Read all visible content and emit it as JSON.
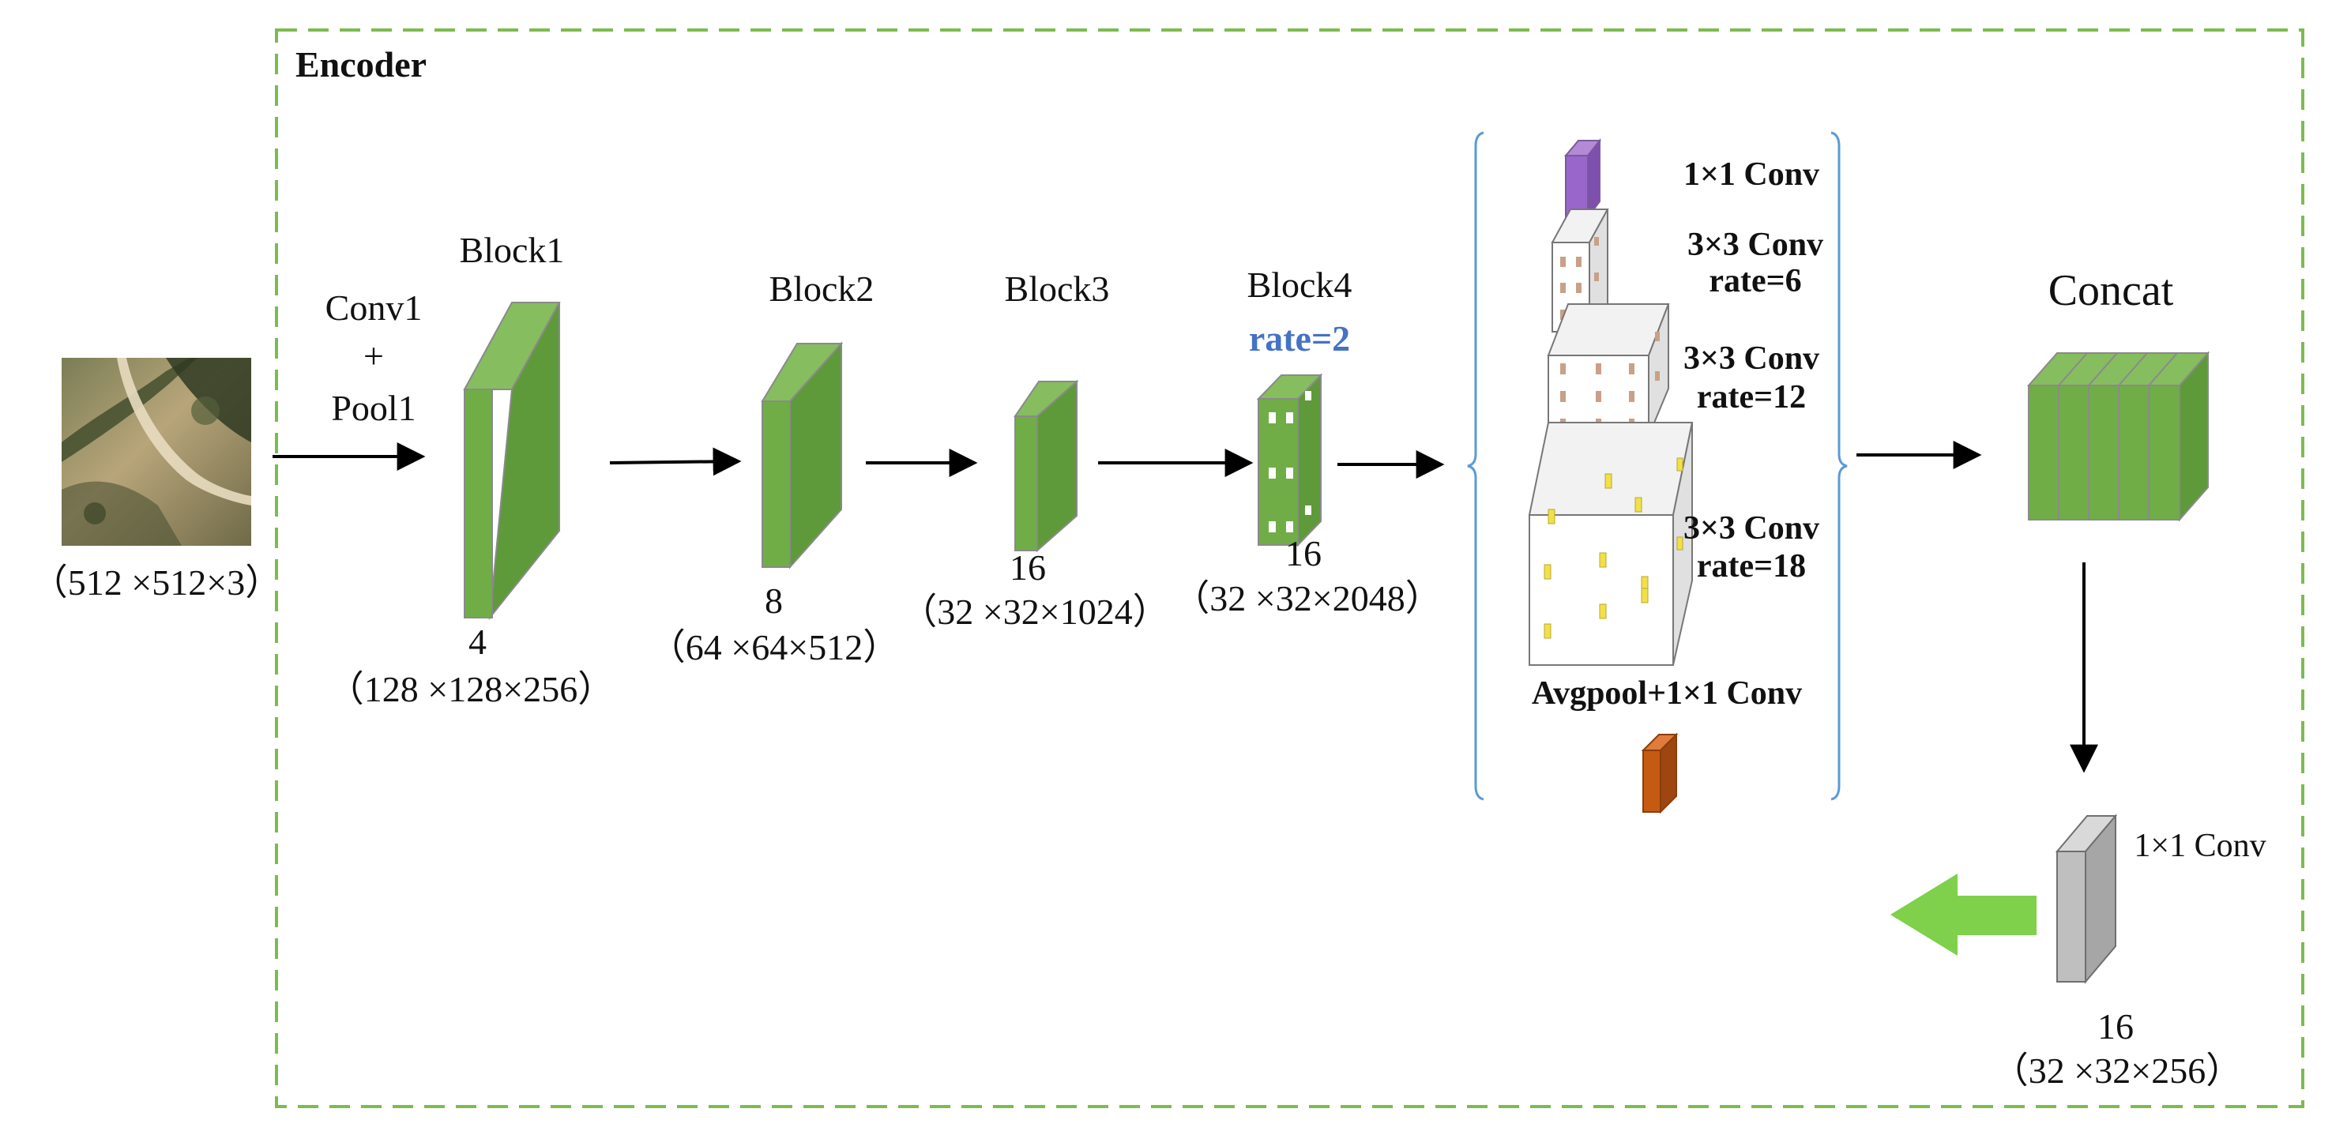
{
  "encoder": {
    "title": "Encoder",
    "border_color": "#7dbb4f"
  },
  "input": {
    "dims": "（512 ×512×3）"
  },
  "stem": {
    "line1": "Conv1",
    "line2": "+",
    "line3": "Pool1"
  },
  "blocks": [
    {
      "name": "Block1",
      "stride": "4",
      "dims": "（128 ×128×256）"
    },
    {
      "name": "Block2",
      "stride": "8",
      "dims": "（64 ×64×512）"
    },
    {
      "name": "Block3",
      "stride": "16",
      "dims": "（32 ×32×1024）"
    },
    {
      "name": "Block4",
      "rate": "rate=2",
      "stride": "16",
      "dims": "（32 ×32×2048）"
    }
  ],
  "aspp": {
    "branch1": {
      "line1": "1×1 Conv"
    },
    "branch2": {
      "line1": "3×3 Conv",
      "line2": "rate=6"
    },
    "branch3": {
      "line1": "3×3 Conv",
      "line2": "rate=12"
    },
    "branch4": {
      "line1": "3×3 Conv",
      "line2": "rate=18"
    },
    "pool": {
      "line1": "Avgpool+1×1 Conv"
    },
    "bracket_color": "#5b9bd5"
  },
  "concat": {
    "label": "Concat"
  },
  "output": {
    "conv_label": "1×1 Conv",
    "stride": "16",
    "dims": "（32 ×32×256）"
  },
  "colors": {
    "block_green": "#70ad47",
    "block_green_dark": "#5e9a3a",
    "block_edge": "#8a8a8a",
    "rate_blue": "#4472c4",
    "purple": "#9966cc",
    "orange": "#c55a11",
    "gray": "#bfbfbf",
    "arrow_green": "#7fd04a",
    "kernel_yellow": "#f2e04a",
    "kernel_tan": "#c9a088"
  }
}
